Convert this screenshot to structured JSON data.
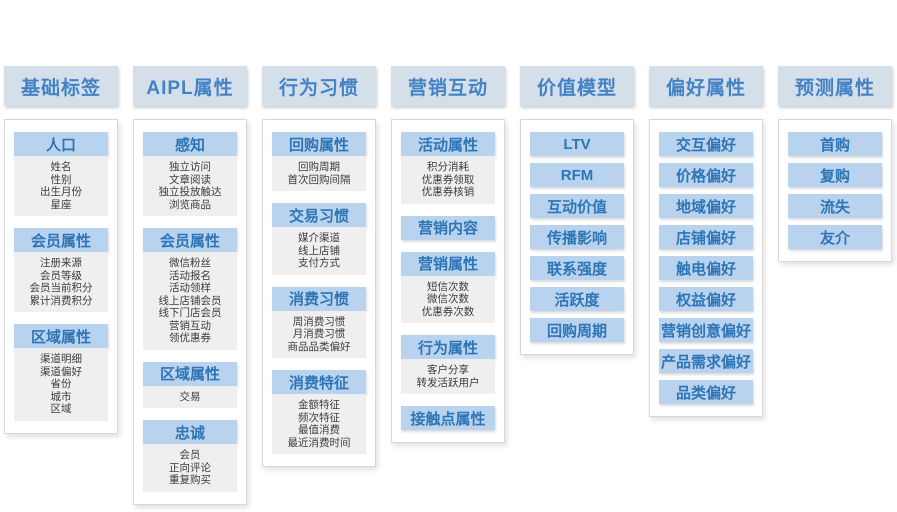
{
  "colors": {
    "column_header_bg": "#d4dfea",
    "column_header_text": "#4383c5",
    "section_header_bg": "#b9d3ee",
    "section_header_text": "#2e75b6",
    "list_bg": "#efefef",
    "list_text": "#3c3c3c"
  },
  "board": {
    "columns": [
      {
        "title": "基础标签",
        "sections": [
          {
            "heading": "人口",
            "items": [
              "姓名",
              "性别",
              "出生月份",
              "星座"
            ]
          },
          {
            "heading": "会员属性",
            "items": [
              "注册来源",
              "会员等级",
              "会员当前积分",
              "累计消费积分"
            ]
          },
          {
            "heading": "区域属性",
            "items": [
              "渠道明细",
              "渠道偏好",
              "省份",
              "城市",
              "区域"
            ]
          }
        ]
      },
      {
        "title": "AIPL属性",
        "sections": [
          {
            "heading": "感知",
            "items": [
              "独立访问",
              "文章阅读",
              "独立投放触达",
              "浏览商品"
            ]
          },
          {
            "heading": "会员属性",
            "items": [
              "微信粉丝",
              "活动报名",
              "活动领样",
              "线上店铺会员",
              "线下门店会员",
              "营销互动",
              "领优惠券"
            ]
          },
          {
            "heading": "区域属性",
            "items": [
              "交易"
            ]
          },
          {
            "heading": "忠诚",
            "items": [
              "会员",
              "正向评论",
              "重复购买"
            ]
          }
        ]
      },
      {
        "title": "行为习惯",
        "sections": [
          {
            "heading": "回购属性",
            "items": [
              "回购周期",
              "首次回购间隔"
            ]
          },
          {
            "heading": "交易习惯",
            "items": [
              "媒介渠道",
              "线上店铺",
              "支付方式"
            ]
          },
          {
            "heading": "消费习惯",
            "items": [
              "周消费习惯",
              "月消费习惯",
              "商品品类偏好"
            ]
          },
          {
            "heading": "消费特征",
            "items": [
              "金额特征",
              "频次特征",
              "最值消费",
              "最近消费时间"
            ]
          }
        ]
      },
      {
        "title": "营销互动",
        "sections": [
          {
            "heading": "活动属性",
            "items": [
              "积分消耗",
              "优惠券领取",
              "优惠券核销"
            ]
          },
          {
            "heading": "营销内容",
            "items": []
          },
          {
            "heading": "营销属性",
            "items": [
              "短信次数",
              "微信次数",
              "优惠券次数"
            ]
          },
          {
            "heading": "行为属性",
            "items": [
              "客户分享",
              "转发活跃用户"
            ]
          },
          {
            "heading": "接触点属性",
            "items": []
          }
        ]
      },
      {
        "title": "价值模型",
        "sections": [
          {
            "heading": "LTV",
            "items": []
          },
          {
            "heading": "RFM",
            "items": []
          },
          {
            "heading": "互动价值",
            "items": []
          },
          {
            "heading": "传播影响",
            "items": []
          },
          {
            "heading": "联系强度",
            "items": []
          },
          {
            "heading": "活跃度",
            "items": []
          },
          {
            "heading": "回购周期",
            "items": []
          }
        ]
      },
      {
        "title": "偏好属性",
        "sections": [
          {
            "heading": "交互偏好",
            "items": []
          },
          {
            "heading": "价格偏好",
            "items": []
          },
          {
            "heading": "地域偏好",
            "items": []
          },
          {
            "heading": "店铺偏好",
            "items": []
          },
          {
            "heading": "触电偏好",
            "items": []
          },
          {
            "heading": "权益偏好",
            "items": []
          },
          {
            "heading": "营销创意偏好",
            "items": []
          },
          {
            "heading": "产品需求偏好",
            "items": []
          },
          {
            "heading": "品类偏好",
            "items": []
          }
        ]
      },
      {
        "title": "预测属性",
        "sections": [
          {
            "heading": "首购",
            "items": []
          },
          {
            "heading": "复购",
            "items": []
          },
          {
            "heading": "流失",
            "items": []
          },
          {
            "heading": "友介",
            "items": []
          }
        ]
      }
    ]
  }
}
